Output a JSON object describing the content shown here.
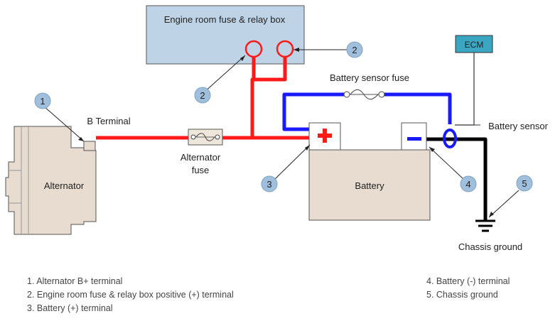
{
  "diagram": {
    "fuse_box_label": "Engine room fuse & relay box",
    "ecm_label": "ECM",
    "battery_sensor_fuse_label": "Battery sensor fuse",
    "b_terminal_label": "B Terminal",
    "battery_sensor_label": "Battery sensor",
    "alternator_label": "Alternator",
    "alternator_fuse_label_line1": "Alternator",
    "alternator_fuse_label_line2": "fuse",
    "battery_label": "Battery",
    "chassis_ground_label": "Chassis ground",
    "callouts": {
      "c1": "1",
      "c2a": "2",
      "c2b": "2",
      "c3": "3",
      "c4": "4",
      "c5": "5"
    }
  },
  "legend": {
    "left": [
      "1. Alternator B+ terminal",
      "2. Engine room fuse & relay box positive (+) terminal",
      "3. Battery (+) terminal"
    ],
    "right": [
      "4. Battery (-) terminal",
      "5. Chassis ground"
    ]
  },
  "colors": {
    "positive_wire": "#ff1a1a",
    "sensor_wire": "#1a1aff",
    "ground_wire": "#000000",
    "fuse_box_fill": "#bfd3e6",
    "ecm_fill": "#3aa6c2",
    "component_fill": "#e8dcd0",
    "callout_fill": "#9fbfdc"
  }
}
